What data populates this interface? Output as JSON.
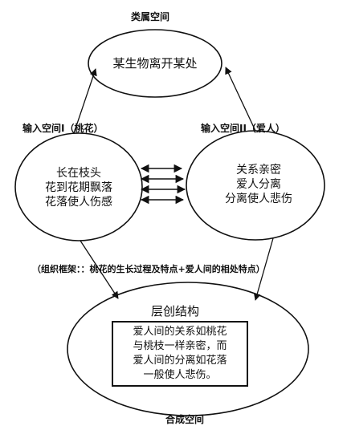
{
  "generic_space": {
    "label": "类属空间",
    "content": "某生物离开某处"
  },
  "input_space_1": {
    "label": "输入空间I（桃花）",
    "lines": [
      "长在枝头",
      "花到花期飘落",
      "花落使人伤感"
    ]
  },
  "input_space_2": {
    "label": "输入空间II（爱人）",
    "lines": [
      "关系亲密",
      "爱人分离",
      "分离使人悲伤"
    ]
  },
  "frame_note": "（组织框架：：桃花的生长过程及特点+爱人间的相处特点）",
  "blend_space": {
    "label": "合成空间",
    "structure_title": "层创结构",
    "structure_lines": [
      "爱人间的关系如桃花",
      "与桃枝一样亲密，而",
      "爱人间的分离如花落",
      "一般使人悲伤。"
    ]
  }
}
